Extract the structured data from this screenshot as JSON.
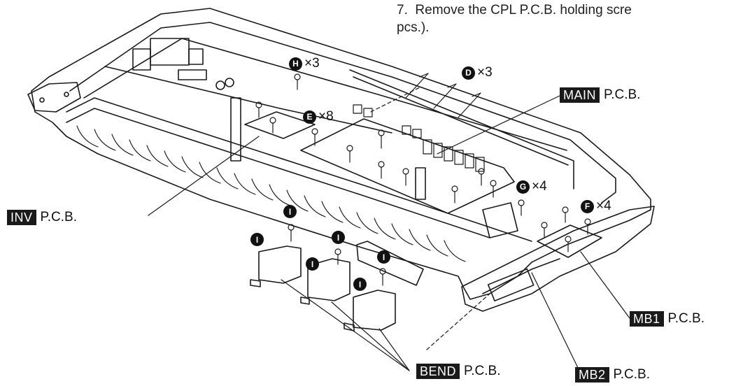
{
  "instruction": "7.  Remove the CPL P.C.B. holding scre\npcs.).",
  "callouts": {
    "main": {
      "tag": "MAIN",
      "suffix": "P.C.B."
    },
    "inv": {
      "tag": "INV",
      "suffix": "P.C.B."
    },
    "mb1": {
      "tag": "MB1",
      "suffix": "P.C.B."
    },
    "mb2": {
      "tag": "MB2",
      "suffix": "P.C.B."
    },
    "bend": {
      "tag": "BEND",
      "suffix": "P.C.B."
    }
  },
  "screws": {
    "H": {
      "letter": "H",
      "qty": "×3"
    },
    "D": {
      "letter": "D",
      "qty": "×3"
    },
    "E": {
      "letter": "E",
      "qty": "×8"
    },
    "G": {
      "letter": "G",
      "qty": "×4"
    },
    "F": {
      "letter": "F",
      "qty": "×4"
    },
    "I": {
      "letter": "I"
    }
  }
}
